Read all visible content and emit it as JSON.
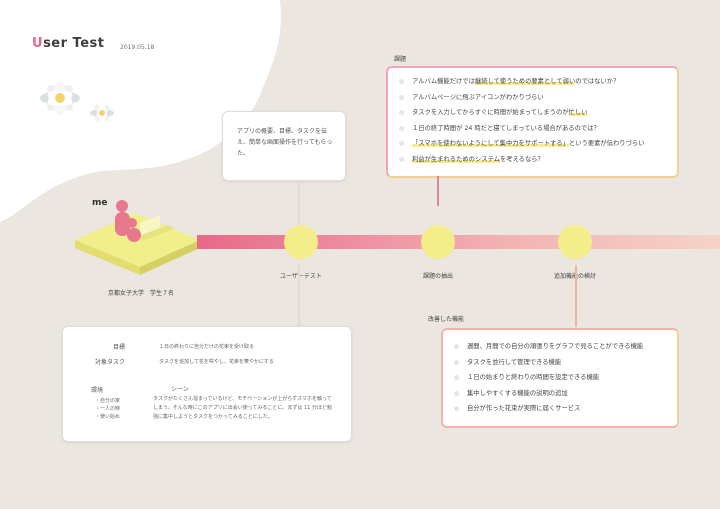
{
  "header": {
    "title_first": "U",
    "title_rest": "ser Test",
    "date": "2019.05.18"
  },
  "persona": {
    "label": "me",
    "school": "京都女子大学　学生７名"
  },
  "intro_note": "アプリの概要、目標、タスクを伝え、簡単な画面操作を行ってもらった。",
  "timeline": {
    "nodes": [
      {
        "label": "ユーザーテスト"
      },
      {
        "label": "課題の抽出"
      },
      {
        "label": "追加機能の検討"
      }
    ]
  },
  "issues": {
    "section_label": "課題",
    "items": [
      {
        "pre": "アルバム機能だけでは",
        "hl": "継続して使うための要素として弱い",
        "post": "のではないか？"
      },
      {
        "pre": "アルバムページに飛ぶアイコンがわかりづらい",
        "hl": "",
        "post": ""
      },
      {
        "pre": "タスクを入力してからすぐに時間が始まってしまうのが",
        "hl": "忙しい",
        "post": ""
      },
      {
        "pre": "１日の終了時間が 24 時だと寝てしまっている場合があるのでは？",
        "hl": "",
        "post": ""
      },
      {
        "pre": "",
        "hl": "「スマホを使わないようにして集中力をサポートする」",
        "post": "という要素が伝わりづらい"
      },
      {
        "pre": "",
        "hl": "利益が生まれるためのシステム",
        "post": "を考えるなら？"
      }
    ]
  },
  "improvements": {
    "section_label": "改善した機能",
    "items": [
      "週間、月間での自分の頑張りをグラフで見ることができる機能",
      "タスクを並行して管理できる機能",
      "１日の始まりと終わりの時間を設定できる機能",
      "集中しやすくする機能の説明の追加",
      "自分が作った花束が実際に届くサービス"
    ]
  },
  "details": {
    "goal_label": "目標",
    "goal_value": "１日の終わりに自分だけの花束を受け取る",
    "task_label": "対象タスク",
    "task_value": "タスクを追加して花を咲やし、花束を華やかにする",
    "env_label": "環境",
    "env_items": [
      "・自分の家",
      "・一人の時",
      "・使い始め"
    ],
    "scene_label": "シーン",
    "scene_text": "タスクがたくさん溜まっているけど、モチベーションが上がらずスマホを触ってしまう。そんな時にこのアプリに出会い使ってみることに。まずは 11 分ほど勉強に集中しようとタスクをつかってみることにした。"
  }
}
